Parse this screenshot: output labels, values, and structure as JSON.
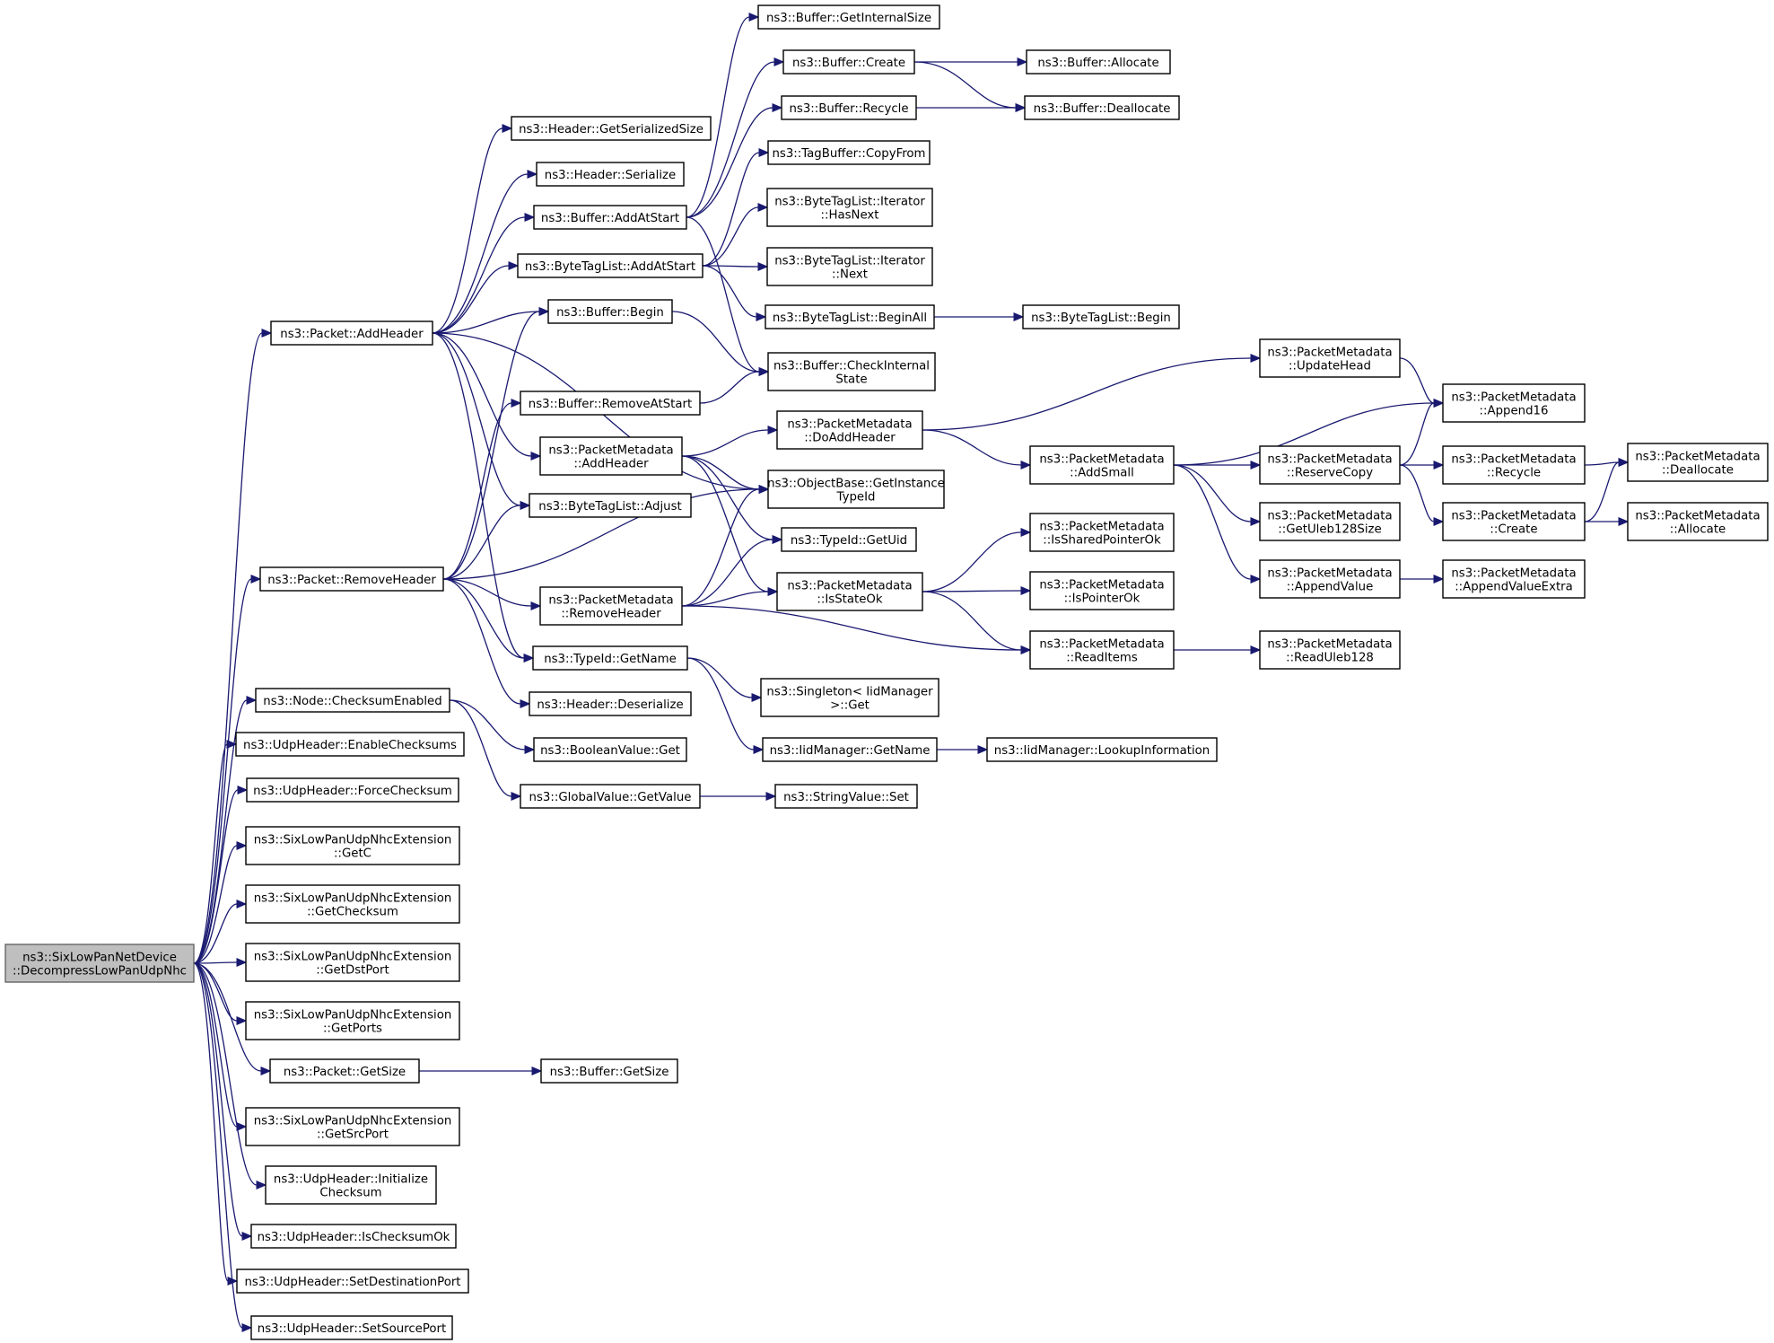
{
  "diagram": {
    "title": "",
    "nodes": [
      {
        "id": "root",
        "lines": [
          "ns3::SixLowPanNetDevice",
          "::DecompressLowPanUdpNhc"
        ],
        "highlight": true
      },
      {
        "id": "pkt_addheader",
        "lines": [
          "ns3::Packet::AddHeader"
        ]
      },
      {
        "id": "pkt_removeheader",
        "lines": [
          "ns3::Packet::RemoveHeader"
        ]
      },
      {
        "id": "node_checksum",
        "lines": [
          "ns3::Node::ChecksumEnabled"
        ]
      },
      {
        "id": "udp_enablechk",
        "lines": [
          "ns3::UdpHeader::EnableChecksums"
        ]
      },
      {
        "id": "udp_forcechk",
        "lines": [
          "ns3::UdpHeader::ForceChecksum"
        ]
      },
      {
        "id": "nhc_getc",
        "lines": [
          "ns3::SixLowPanUdpNhcExtension",
          "::GetC"
        ]
      },
      {
        "id": "nhc_getchecksum",
        "lines": [
          "ns3::SixLowPanUdpNhcExtension",
          "::GetChecksum"
        ]
      },
      {
        "id": "nhc_getdstport",
        "lines": [
          "ns3::SixLowPanUdpNhcExtension",
          "::GetDstPort"
        ]
      },
      {
        "id": "nhc_getports",
        "lines": [
          "ns3::SixLowPanUdpNhcExtension",
          "::GetPorts"
        ]
      },
      {
        "id": "pkt_getsize",
        "lines": [
          "ns3::Packet::GetSize"
        ]
      },
      {
        "id": "nhc_getsrcport",
        "lines": [
          "ns3::SixLowPanUdpNhcExtension",
          "::GetSrcPort"
        ]
      },
      {
        "id": "udp_initchk",
        "lines": [
          "ns3::UdpHeader::Initialize",
          "Checksum"
        ]
      },
      {
        "id": "udp_ischkok",
        "lines": [
          "ns3::UdpHeader::IsChecksumOk"
        ]
      },
      {
        "id": "udp_setdst",
        "lines": [
          "ns3::UdpHeader::SetDestinationPort"
        ]
      },
      {
        "id": "udp_setsrc",
        "lines": [
          "ns3::UdpHeader::SetSourcePort"
        ]
      },
      {
        "id": "hdr_getsersize",
        "lines": [
          "ns3::Header::GetSerializedSize"
        ]
      },
      {
        "id": "hdr_serialize",
        "lines": [
          "ns3::Header::Serialize"
        ]
      },
      {
        "id": "buf_addatstart",
        "lines": [
          "ns3::Buffer::AddAtStart"
        ]
      },
      {
        "id": "btl_addatstart",
        "lines": [
          "ns3::ByteTagList::AddAtStart"
        ]
      },
      {
        "id": "buf_begin",
        "lines": [
          "ns3::Buffer::Begin"
        ]
      },
      {
        "id": "buf_removeatstart",
        "lines": [
          "ns3::Buffer::RemoveAtStart"
        ]
      },
      {
        "id": "pm_addheader",
        "lines": [
          "ns3::PacketMetadata",
          "::AddHeader"
        ]
      },
      {
        "id": "btl_adjust",
        "lines": [
          "ns3::ByteTagList::Adjust"
        ]
      },
      {
        "id": "pm_removeheader",
        "lines": [
          "ns3::PacketMetadata",
          "::RemoveHeader"
        ]
      },
      {
        "id": "typeid_getname",
        "lines": [
          "ns3::TypeId::GetName"
        ]
      },
      {
        "id": "hdr_deserialize",
        "lines": [
          "ns3::Header::Deserialize"
        ]
      },
      {
        "id": "bool_get",
        "lines": [
          "ns3::BooleanValue::Get"
        ]
      },
      {
        "id": "gv_getvalue",
        "lines": [
          "ns3::GlobalValue::GetValue"
        ]
      },
      {
        "id": "buf_getsize",
        "lines": [
          "ns3::Buffer::GetSize"
        ]
      },
      {
        "id": "buf_getinternalsize",
        "lines": [
          "ns3::Buffer::GetInternalSize"
        ]
      },
      {
        "id": "buf_create",
        "lines": [
          "ns3::Buffer::Create"
        ]
      },
      {
        "id": "buf_recycle",
        "lines": [
          "ns3::Buffer::Recycle"
        ]
      },
      {
        "id": "tagbuf_copyfrom",
        "lines": [
          "ns3::TagBuffer::CopyFrom"
        ]
      },
      {
        "id": "btl_it_hasnext",
        "lines": [
          "ns3::ByteTagList::Iterator",
          "::HasNext"
        ]
      },
      {
        "id": "btl_it_next",
        "lines": [
          "ns3::ByteTagList::Iterator",
          "::Next"
        ]
      },
      {
        "id": "btl_beginall",
        "lines": [
          "ns3::ByteTagList::BeginAll"
        ]
      },
      {
        "id": "buf_checkinternal",
        "lines": [
          "ns3::Buffer::CheckInternal",
          "State"
        ]
      },
      {
        "id": "pm_doaddheader",
        "lines": [
          "ns3::PacketMetadata",
          "::DoAddHeader"
        ]
      },
      {
        "id": "ob_getinstancetypeid",
        "lines": [
          "ns3::ObjectBase::GetInstance",
          "TypeId"
        ]
      },
      {
        "id": "typeid_getuid",
        "lines": [
          "ns3::TypeId::GetUid"
        ]
      },
      {
        "id": "pm_isstateok",
        "lines": [
          "ns3::PacketMetadata",
          "::IsStateOk"
        ]
      },
      {
        "id": "singleton_get",
        "lines": [
          "ns3::Singleton< IidManager",
          ">::Get"
        ]
      },
      {
        "id": "iid_getname",
        "lines": [
          "ns3::IidManager::GetName"
        ]
      },
      {
        "id": "sv_set",
        "lines": [
          "ns3::StringValue::Set"
        ]
      },
      {
        "id": "buf_allocate",
        "lines": [
          "ns3::Buffer::Allocate"
        ]
      },
      {
        "id": "buf_deallocate",
        "lines": [
          "ns3::Buffer::Deallocate"
        ]
      },
      {
        "id": "btl_begin",
        "lines": [
          "ns3::ByteTagList::Begin"
        ]
      },
      {
        "id": "pm_updatehead",
        "lines": [
          "ns3::PacketMetadata",
          "::UpdateHead"
        ]
      },
      {
        "id": "pm_addsmall",
        "lines": [
          "ns3::PacketMetadata",
          "::AddSmall"
        ]
      },
      {
        "id": "pm_issharedptrok",
        "lines": [
          "ns3::PacketMetadata",
          "::IsSharedPointerOk"
        ]
      },
      {
        "id": "pm_isptrok",
        "lines": [
          "ns3::PacketMetadata",
          "::IsPointerOk"
        ]
      },
      {
        "id": "pm_readitems",
        "lines": [
          "ns3::PacketMetadata",
          "::ReadItems"
        ]
      },
      {
        "id": "iid_lookupinfo",
        "lines": [
          "ns3::IidManager::LookupInformation"
        ]
      },
      {
        "id": "pm_reservecopy",
        "lines": [
          "ns3::PacketMetadata",
          "::ReserveCopy"
        ]
      },
      {
        "id": "pm_getuleb128size",
        "lines": [
          "ns3::PacketMetadata",
          "::GetUleb128Size"
        ]
      },
      {
        "id": "pm_appendvalue",
        "lines": [
          "ns3::PacketMetadata",
          "::AppendValue"
        ]
      },
      {
        "id": "pm_readuleb128",
        "lines": [
          "ns3::PacketMetadata",
          "::ReadUleb128"
        ]
      },
      {
        "id": "pm_append16",
        "lines": [
          "ns3::PacketMetadata",
          "::Append16"
        ]
      },
      {
        "id": "pm_recycle",
        "lines": [
          "ns3::PacketMetadata",
          "::Recycle"
        ]
      },
      {
        "id": "pm_create",
        "lines": [
          "ns3::PacketMetadata",
          "::Create"
        ]
      },
      {
        "id": "pm_appendvalueextra",
        "lines": [
          "ns3::PacketMetadata",
          "::AppendValueExtra"
        ]
      },
      {
        "id": "pm_deallocate",
        "lines": [
          "ns3::PacketMetadata",
          "::Deallocate"
        ]
      },
      {
        "id": "pm_allocate",
        "lines": [
          "ns3::PacketMetadata",
          "::Allocate"
        ]
      }
    ],
    "edges": [
      [
        "root",
        "pkt_addheader"
      ],
      [
        "root",
        "pkt_removeheader"
      ],
      [
        "root",
        "node_checksum"
      ],
      [
        "root",
        "udp_enablechk"
      ],
      [
        "root",
        "udp_forcechk"
      ],
      [
        "root",
        "nhc_getc"
      ],
      [
        "root",
        "nhc_getchecksum"
      ],
      [
        "root",
        "nhc_getdstport"
      ],
      [
        "root",
        "nhc_getports"
      ],
      [
        "root",
        "pkt_getsize"
      ],
      [
        "root",
        "nhc_getsrcport"
      ],
      [
        "root",
        "udp_initchk"
      ],
      [
        "root",
        "udp_ischkok"
      ],
      [
        "root",
        "udp_setdst"
      ],
      [
        "root",
        "udp_setsrc"
      ],
      [
        "pkt_addheader",
        "hdr_getsersize"
      ],
      [
        "pkt_addheader",
        "hdr_serialize"
      ],
      [
        "pkt_addheader",
        "buf_addatstart"
      ],
      [
        "pkt_addheader",
        "btl_addatstart"
      ],
      [
        "pkt_addheader",
        "buf_begin"
      ],
      [
        "pkt_addheader",
        "pm_addheader"
      ],
      [
        "pkt_addheader",
        "btl_adjust"
      ],
      [
        "pkt_addheader",
        "typeid_getname"
      ],
      [
        "pkt_addheader",
        "ob_getinstancetypeid"
      ],
      [
        "pkt_removeheader",
        "buf_begin"
      ],
      [
        "pkt_removeheader",
        "buf_removeatstart"
      ],
      [
        "pkt_removeheader",
        "btl_adjust"
      ],
      [
        "pkt_removeheader",
        "pm_removeheader"
      ],
      [
        "pkt_removeheader",
        "typeid_getname"
      ],
      [
        "pkt_removeheader",
        "hdr_deserialize"
      ],
      [
        "pkt_removeheader",
        "ob_getinstancetypeid"
      ],
      [
        "node_checksum",
        "bool_get"
      ],
      [
        "node_checksum",
        "gv_getvalue"
      ],
      [
        "pkt_getsize",
        "buf_getsize"
      ],
      [
        "buf_addatstart",
        "buf_getinternalsize"
      ],
      [
        "buf_addatstart",
        "buf_create"
      ],
      [
        "buf_addatstart",
        "buf_recycle"
      ],
      [
        "buf_addatstart",
        "buf_checkinternal"
      ],
      [
        "btl_addatstart",
        "tagbuf_copyfrom"
      ],
      [
        "btl_addatstart",
        "btl_it_hasnext"
      ],
      [
        "btl_addatstart",
        "btl_it_next"
      ],
      [
        "btl_addatstart",
        "btl_beginall"
      ],
      [
        "buf_begin",
        "buf_checkinternal"
      ],
      [
        "buf_removeatstart",
        "buf_checkinternal"
      ],
      [
        "pm_addheader",
        "pm_doaddheader"
      ],
      [
        "pm_addheader",
        "ob_getinstancetypeid"
      ],
      [
        "pm_addheader",
        "typeid_getuid"
      ],
      [
        "pm_addheader",
        "pm_isstateok"
      ],
      [
        "pm_removeheader",
        "ob_getinstancetypeid"
      ],
      [
        "pm_removeheader",
        "typeid_getuid"
      ],
      [
        "pm_removeheader",
        "pm_isstateok"
      ],
      [
        "pm_removeheader",
        "pm_readitems"
      ],
      [
        "typeid_getname",
        "singleton_get"
      ],
      [
        "typeid_getname",
        "iid_getname"
      ],
      [
        "gv_getvalue",
        "sv_set"
      ],
      [
        "buf_create",
        "buf_allocate"
      ],
      [
        "buf_create",
        "buf_deallocate"
      ],
      [
        "buf_recycle",
        "buf_deallocate"
      ],
      [
        "btl_beginall",
        "btl_begin"
      ],
      [
        "pm_doaddheader",
        "pm_updatehead"
      ],
      [
        "pm_doaddheader",
        "pm_addsmall"
      ],
      [
        "pm_isstateok",
        "pm_issharedptrok"
      ],
      [
        "pm_isstateok",
        "pm_isptrok"
      ],
      [
        "pm_isstateok",
        "pm_readitems"
      ],
      [
        "iid_getname",
        "iid_lookupinfo"
      ],
      [
        "pm_updatehead",
        "pm_append16"
      ],
      [
        "pm_addsmall",
        "pm_append16"
      ],
      [
        "pm_addsmall",
        "pm_reservecopy"
      ],
      [
        "pm_addsmall",
        "pm_getuleb128size"
      ],
      [
        "pm_addsmall",
        "pm_appendvalue"
      ],
      [
        "pm_readitems",
        "pm_readuleb128"
      ],
      [
        "pm_reservecopy",
        "pm_append16"
      ],
      [
        "pm_reservecopy",
        "pm_recycle"
      ],
      [
        "pm_reservecopy",
        "pm_create"
      ],
      [
        "pm_appendvalue",
        "pm_appendvalueextra"
      ],
      [
        "pm_recycle",
        "pm_deallocate"
      ],
      [
        "pm_create",
        "pm_deallocate"
      ],
      [
        "pm_create",
        "pm_allocate"
      ]
    ]
  }
}
